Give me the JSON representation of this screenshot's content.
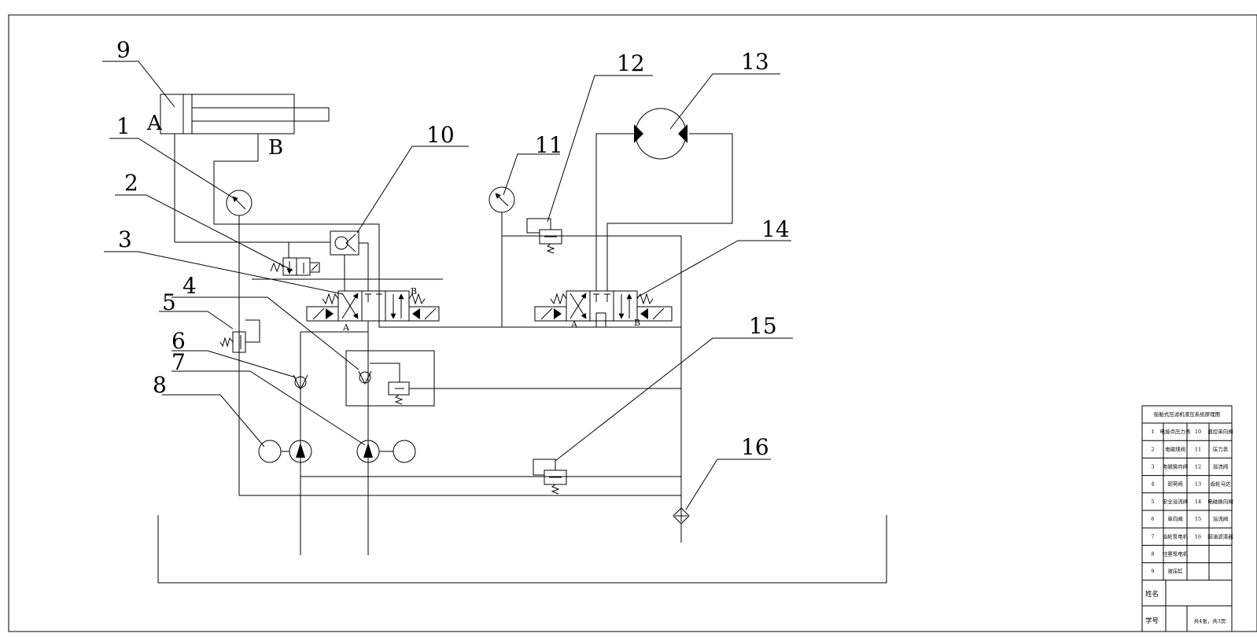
{
  "callouts": [
    "1",
    "2",
    "3",
    "4",
    "5",
    "6",
    "7",
    "8",
    "9",
    "10",
    "11",
    "12",
    "13",
    "14",
    "15",
    "16"
  ],
  "ports": {
    "cyl_a": "A",
    "cyl_b": "B",
    "v3_a": "A",
    "v3_b": "B",
    "v14_a": "A",
    "v14_b": "B"
  },
  "title_block": {
    "title": "船舶式压滤机液压系统原理图",
    "rows": [
      {
        "n1": "1",
        "c1": "电接点压力表",
        "n2": "10",
        "c2": "液控单向阀"
      },
      {
        "n1": "2",
        "c1": "电磁球阀",
        "n2": "11",
        "c2": "压力表"
      },
      {
        "n1": "3",
        "c1": "电磁换向阀",
        "n2": "12",
        "c2": "溢流阀"
      },
      {
        "n1": "4",
        "c1": "卸荷阀",
        "n2": "13",
        "c2": "齿轮马达"
      },
      {
        "n1": "5",
        "c1": "安全溢流阀",
        "n2": "14",
        "c2": "电磁换向阀"
      },
      {
        "n1": "6",
        "c1": "单向阀",
        "n2": "15",
        "c2": "溢流阀"
      },
      {
        "n1": "7",
        "c1": "齿轮泵电机",
        "n2": "16",
        "c2": "回油滤清器"
      },
      {
        "n1": "8",
        "c1": "柱塞泵电机",
        "n2": "",
        "c2": ""
      },
      {
        "n1": "9",
        "c1": "液压缸",
        "n2": "",
        "c2": ""
      }
    ],
    "name_label": "姓名",
    "id_label": "学号",
    "sheet": "共4张，共3页"
  }
}
